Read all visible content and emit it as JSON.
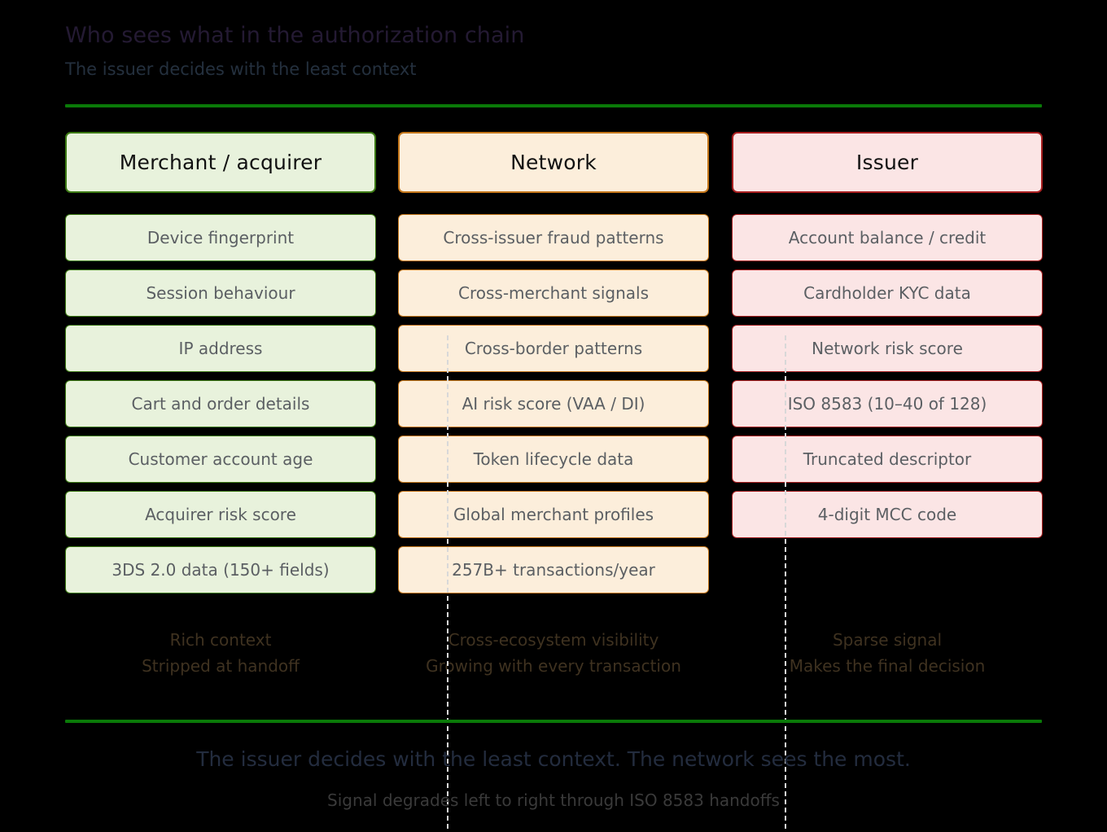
{
  "header": {
    "title": "Who sees what in the authorization chain",
    "subtitle": "The issuer decides with the least context"
  },
  "colors": {
    "background": "#000000",
    "rule": "#0a7a08",
    "divider": "#d8d8d8",
    "merchant_fill": "#e8f2dc",
    "merchant_border": "#3c7a14",
    "network_fill": "#fceedb",
    "network_border": "#c4761a",
    "issuer_fill": "#fbe5e5",
    "issuer_border": "#a81f20",
    "title_text": "#241a33",
    "subtitle_text": "#24303e",
    "header_text": "#111111",
    "item_text": "#5b5f63",
    "summary_text": "#3f3220",
    "footer_main_text": "#232c3e",
    "footer_sub_text": "#3a3a3a"
  },
  "columns": [
    {
      "title": "Merchant / acquirer",
      "theme": "green",
      "items": [
        "Device fingerprint",
        "Session behaviour",
        "IP address",
        "Cart and order details",
        "Customer account age",
        "Acquirer risk score",
        "3DS 2.0 data (150+ fields)"
      ],
      "summary_line1": "Rich context",
      "summary_line2": "Stripped at handoff"
    },
    {
      "title": "Network",
      "theme": "orange",
      "items": [
        "Cross-issuer fraud patterns",
        "Cross-merchant signals",
        "Cross-border patterns",
        "AI risk score (VAA / DI)",
        "Token lifecycle data",
        "Global merchant profiles",
        "257B+ transactions/year"
      ],
      "summary_line1": "Cross-ecosystem visibility",
      "summary_line2": "Growing with every transaction"
    },
    {
      "title": "Issuer",
      "theme": "red",
      "items": [
        "Account balance / credit",
        "Cardholder KYC data",
        "Network risk score",
        "ISO 8583 (10–40 of 128)",
        "Truncated descriptor",
        "4-digit MCC code"
      ],
      "summary_line1": "Sparse signal",
      "summary_line2": "Makes the final decision"
    }
  ],
  "footer": {
    "main": "The issuer decides with the least context. The network sees the most.",
    "sub": "Signal degrades left to right through ISO 8583 handoffs"
  }
}
